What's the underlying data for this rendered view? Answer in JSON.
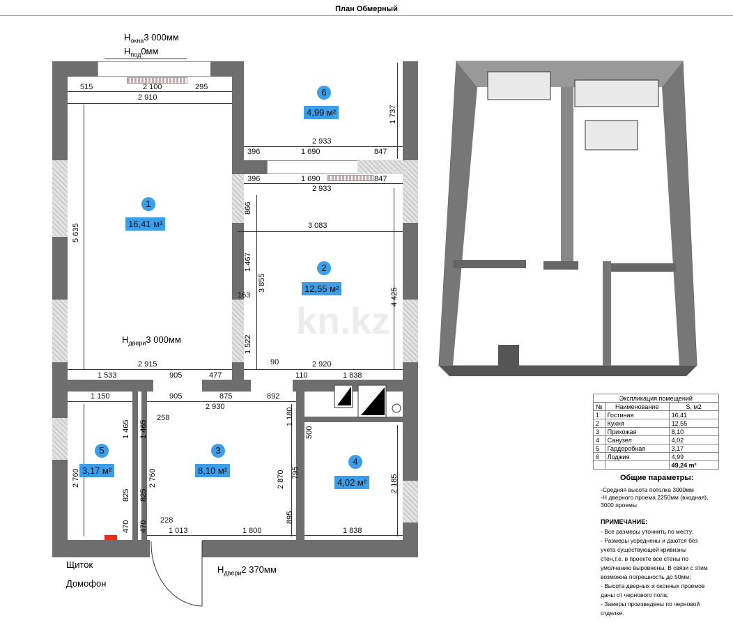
{
  "title": "План Обмерный",
  "plan": {
    "rooms": [
      {
        "num": "1",
        "area": "16,41 м²"
      },
      {
        "num": "2",
        "area": "12,55 м²"
      },
      {
        "num": "3",
        "area": "8,10 м²"
      },
      {
        "num": "4",
        "area": "4,02 м²"
      },
      {
        "num": "5",
        "area": "3,17 м²"
      },
      {
        "num": "6",
        "area": "4,99 м²"
      }
    ],
    "labels": {
      "h_window": "3 000мм",
      "h_window_sub": "окна",
      "h_sill": "0мм",
      "h_sill_sub": "под",
      "h_door1": "3 000мм",
      "h_door1_sub": "двери",
      "h_door2": "2 370мм",
      "h_door2_sub": "двери",
      "H": "H",
      "shield": "Щиток",
      "intercom": "Домофон"
    },
    "dims": [
      "515",
      "2 100",
      "295",
      "2 910",
      "2 933",
      "396",
      "1 690",
      "847",
      "396",
      "1 690",
      "847",
      "2 933",
      "3 083",
      "2 915",
      "1 533",
      "905",
      "477",
      "90",
      "2 920",
      "110",
      "1 838",
      "1 150",
      "905",
      "875",
      "892",
      "2 930",
      "258",
      "228",
      "1 013",
      "1 800",
      "1 838",
      "1 737",
      "5 635",
      "866",
      "1 467",
      "3 855",
      "163",
      "1 522",
      "4 425",
      "1 465",
      "1 465",
      "2 760",
      "2 760",
      "825",
      "825",
      "470",
      "470",
      "1 180",
      "500",
      "2 870",
      "795",
      "895",
      "2 185"
    ],
    "watermark": "kn.kz"
  },
  "explication": {
    "title": "Экспликация помещений",
    "headers": [
      "№",
      "Наименование",
      "S, м2"
    ],
    "rows": [
      [
        "1",
        "Гостиная",
        "16,41"
      ],
      [
        "2",
        "Кухня",
        "12,55"
      ],
      [
        "3",
        "Прихожая",
        "8,10"
      ],
      [
        "4",
        "Санузел",
        "4,02"
      ],
      [
        "5",
        "Гардеробная",
        "3,17"
      ],
      [
        "6",
        "Лоджия",
        "4,99"
      ]
    ],
    "total": "49,24 m²"
  },
  "params": {
    "title": "Общие параметры:",
    "lines": [
      "-Средняя высота потолка 3000мм",
      "-Н дверного проема 2250мм (входная),",
      "3000 проемы"
    ],
    "note_title": "ПРИМЕЧАНИЕ:",
    "notes": [
      "- Все размеры уточнить по месту;",
      "- Размеры усреднены и даются без",
      "учета существующей кривизны",
      "стен,т.е. в проекте все стены по",
      "умолчанию выровнены. В связи с этим",
      "возможна погрешность до 50мм;",
      "- Высота дверных и оконных проемов",
      "даны от чернового пола;",
      "- Замеры произведены по черновой",
      "отделке."
    ]
  }
}
